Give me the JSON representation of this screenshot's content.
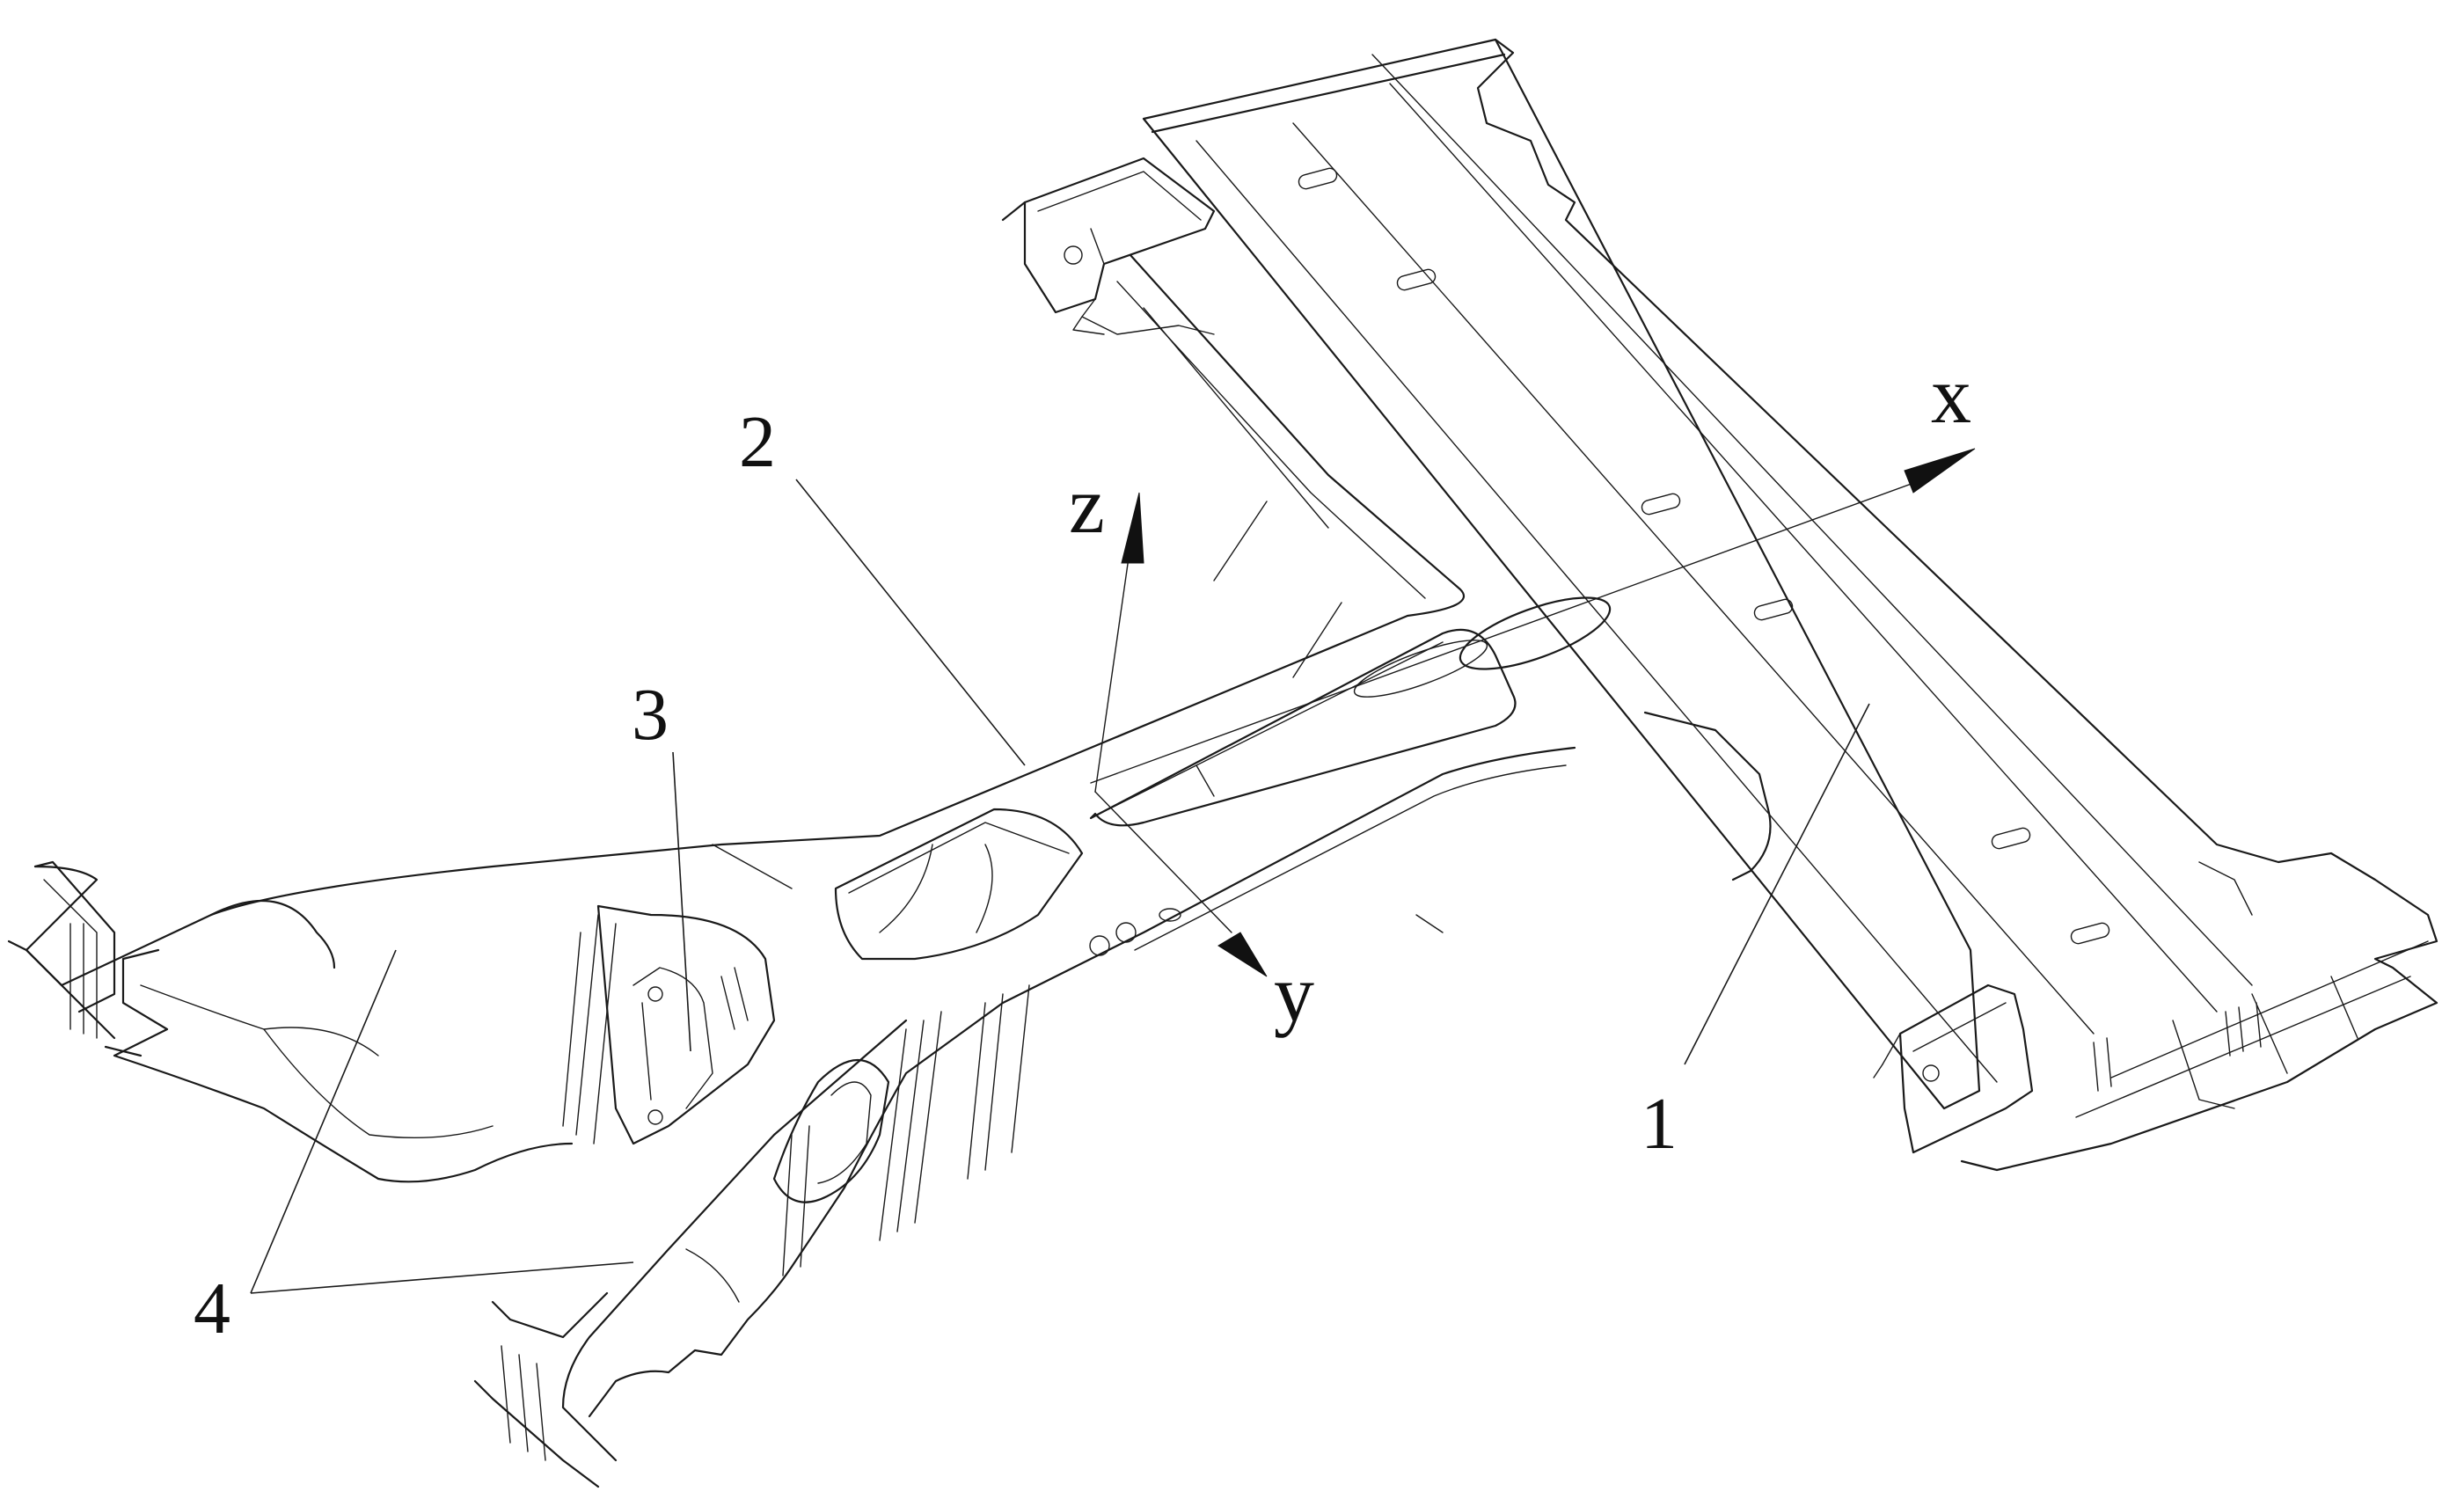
{
  "figure": {
    "part_labels": [
      "1",
      "2",
      "3",
      "4"
    ],
    "axis_labels": {
      "x": "x",
      "y": "y",
      "z": "z"
    }
  }
}
